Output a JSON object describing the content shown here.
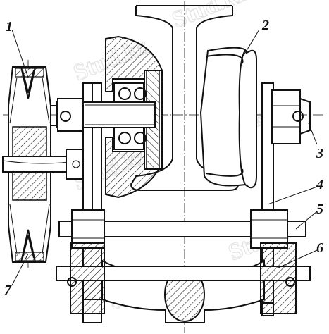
{
  "watermark": "Stud.kz",
  "callouts": [
    {
      "id": "1",
      "text": "1"
    },
    {
      "id": "2",
      "text": "2"
    },
    {
      "id": "3",
      "text": "3"
    },
    {
      "id": "4",
      "text": "4"
    },
    {
      "id": "5",
      "text": "5"
    },
    {
      "id": "6",
      "text": "6"
    },
    {
      "id": "7",
      "text": "7"
    }
  ],
  "colors": {
    "ink": "#111111",
    "paper": "#ffffff",
    "watermark": "#e3e3e3"
  }
}
